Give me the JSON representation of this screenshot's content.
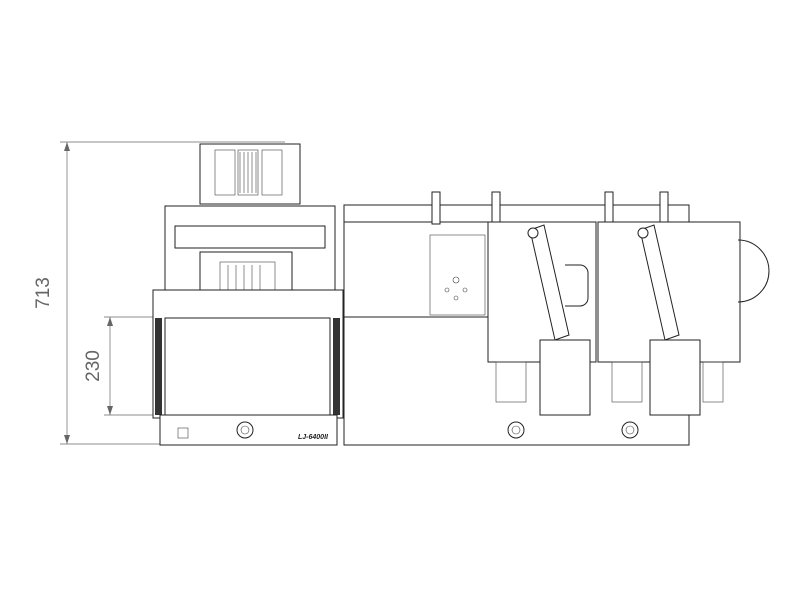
{
  "dimensions": {
    "overall_depth": "713",
    "table_depth": "230"
  },
  "model_label": "LJ-6400II"
}
